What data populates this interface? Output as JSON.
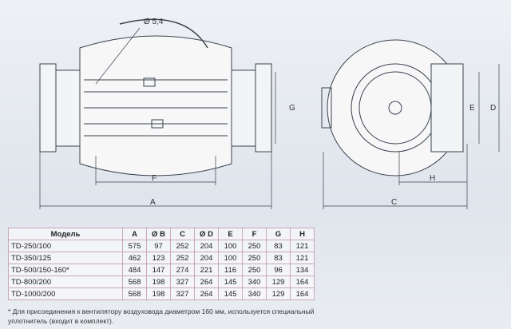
{
  "drawing": {
    "dim_labels": {
      "diameter": "Ø 5,4",
      "A": "A",
      "F": "F",
      "G": "G",
      "C": "C",
      "H": "H",
      "E": "E",
      "D": "D"
    }
  },
  "table": {
    "headers": [
      "Модель",
      "A",
      "Ø B",
      "C",
      "Ø D",
      "E",
      "F",
      "G",
      "H"
    ],
    "rows": [
      [
        "TD-250/100",
        "575",
        "97",
        "252",
        "204",
        "100",
        "250",
        "83",
        "121"
      ],
      [
        "TD-350/125",
        "462",
        "123",
        "252",
        "204",
        "100",
        "250",
        "83",
        "121"
      ],
      [
        "TD-500/150-160*",
        "484",
        "147",
        "274",
        "221",
        "116",
        "250",
        "96",
        "134"
      ],
      [
        "TD-800/200",
        "568",
        "198",
        "327",
        "264",
        "145",
        "340",
        "129",
        "164"
      ],
      [
        "TD-1000/200",
        "568",
        "198",
        "327",
        "264",
        "145",
        "340",
        "129",
        "164"
      ]
    ]
  },
  "footnote": "* Для присоединения к вентилятору воздуховода диаметром 160 мм, используется специальный уплотнитель (входит в комплект)."
}
